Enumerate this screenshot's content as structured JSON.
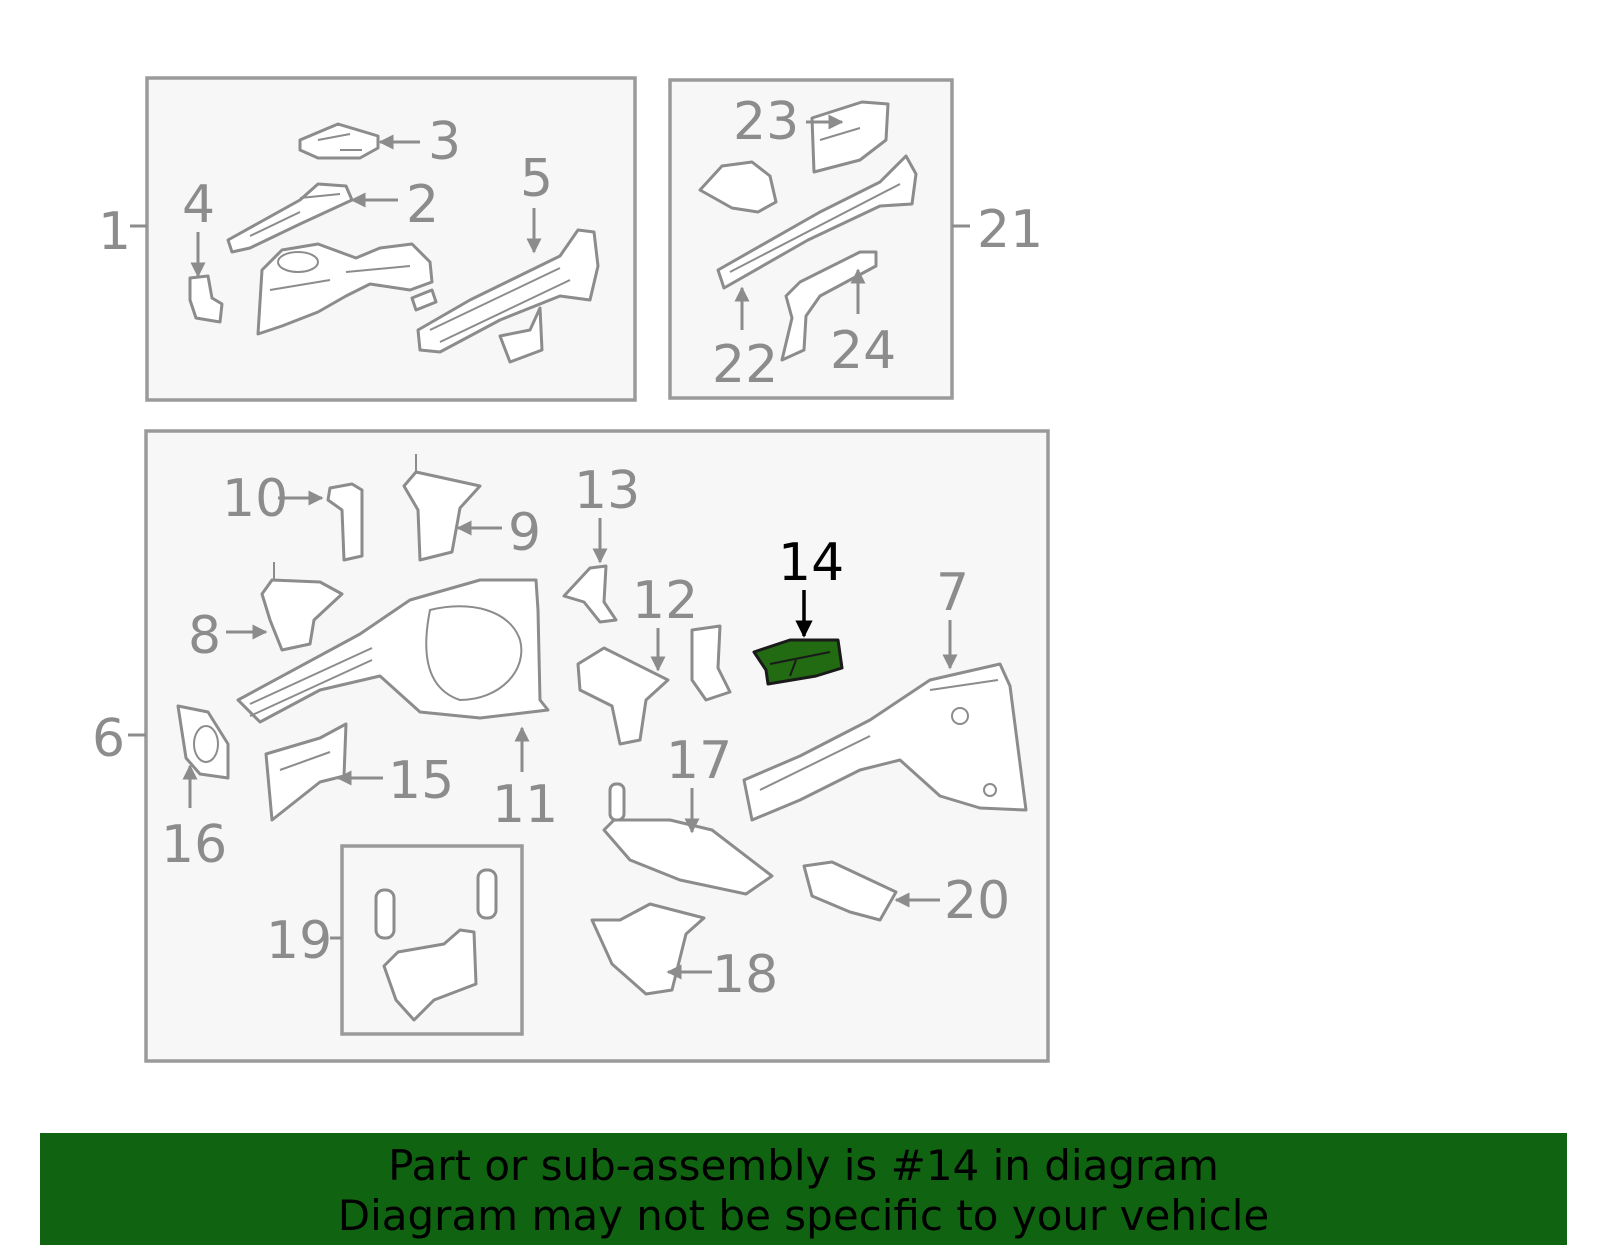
{
  "colors": {
    "highlight": "#226b12",
    "footer_bg": "#106310",
    "part_stroke": "#8c8c8c",
    "callout_highlight": "#000000"
  },
  "highlighted_part": "14",
  "callouts": {
    "c1": "1",
    "c2": "2",
    "c3": "3",
    "c4": "4",
    "c5": "5",
    "c6": "6",
    "c7": "7",
    "c8": "8",
    "c9": "9",
    "c10": "10",
    "c11": "11",
    "c12": "12",
    "c13": "13",
    "c14": "14",
    "c15": "15",
    "c16": "16",
    "c17": "17",
    "c18": "18",
    "c19": "19",
    "c20": "20",
    "c21": "21",
    "c22": "22",
    "c23": "23",
    "c24": "24"
  },
  "footer": {
    "line1": "Part or sub-assembly is #14 in diagram",
    "line2": "Diagram may not be specific to your vehicle"
  }
}
